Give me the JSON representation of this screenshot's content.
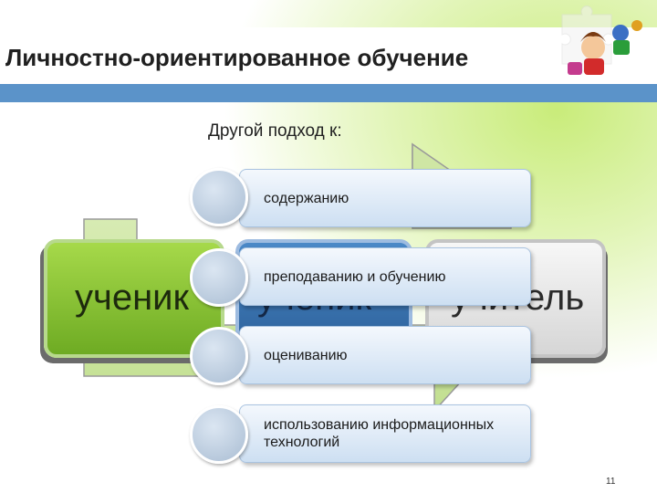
{
  "slide": {
    "title": "Личностно-ориентированное обучение",
    "subtitle": "Другой подход к:",
    "page_number": "11"
  },
  "boxes": [
    {
      "label": "ученик"
    },
    {
      "label": "ученик"
    },
    {
      "label": "учитель"
    }
  ],
  "items": [
    {
      "label": "содержанию"
    },
    {
      "label": "преподаванию и обучению"
    },
    {
      "label": "оцениванию"
    },
    {
      "label": "использованию информационных технологий"
    }
  ],
  "colors": {
    "accent_bar": "#5b93c9",
    "green": "#7cb82f",
    "blue": "#2f6aa8",
    "item_fill": "#d8e6f5"
  },
  "icons": [
    "puzzle-illustration"
  ]
}
